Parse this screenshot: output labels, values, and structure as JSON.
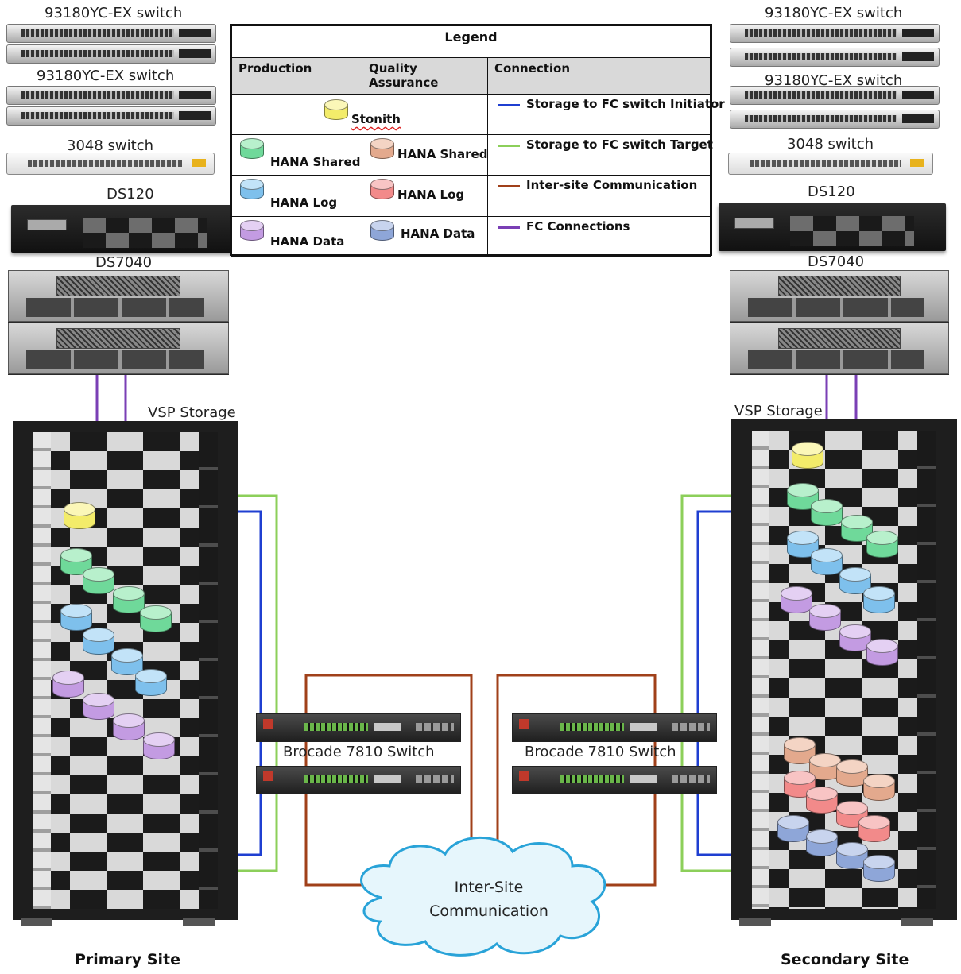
{
  "labels": {
    "left_switch_1": "93180YC-EX switch",
    "left_switch_2": "93180YC-EX switch",
    "left_3048": "3048 switch",
    "left_ds120": "DS120",
    "left_ds7040": "DS7040",
    "left_vsp": "VSP Storage",
    "right_switch_1": "93180YC-EX switch",
    "right_switch_2": "93180YC-EX switch",
    "right_3048": "3048 switch",
    "right_ds120": "DS120",
    "right_ds7040": "DS7040",
    "right_vsp": "VSP Storage",
    "brocade_left": "Brocade 7810 Switch",
    "brocade_right": "Brocade 7810 Switch",
    "cloud_line1": "Inter-Site",
    "cloud_line2": "Communication",
    "primary_site": "Primary Site",
    "secondary_site": "Secondary Site"
  },
  "legend": {
    "title": "Legend",
    "col_production": "Production",
    "col_qa": "Quality Assurance",
    "col_connection": "Connection",
    "stonith": "Stonith",
    "prod_shared": "HANA Shared",
    "prod_log": "HANA Log",
    "prod_data": "HANA Data",
    "qa_shared": "HANA Shared",
    "qa_log": "HANA Log",
    "qa_data": "HANA Data",
    "conn_initiator": "Storage to FC switch Initiator",
    "conn_target": "Storage to FC switch Target",
    "conn_intersite": "Inter-site Communication",
    "conn_fc": "FC Connections"
  },
  "colors": {
    "initiator": "#1f3fd1",
    "target": "#8ccf5a",
    "intersite": "#a0401a",
    "fc": "#7a3fb5",
    "stonith": "#f3ec6a",
    "prod_shared": "#6fd99a",
    "prod_log": "#7ec0ec",
    "prod_data": "#c39be2",
    "qa_shared": "#e3a98d",
    "qa_log": "#f28a8a",
    "qa_data": "#8ea6d8",
    "cloud_fill": "#e6f6fc",
    "cloud_stroke": "#29a3d8"
  }
}
